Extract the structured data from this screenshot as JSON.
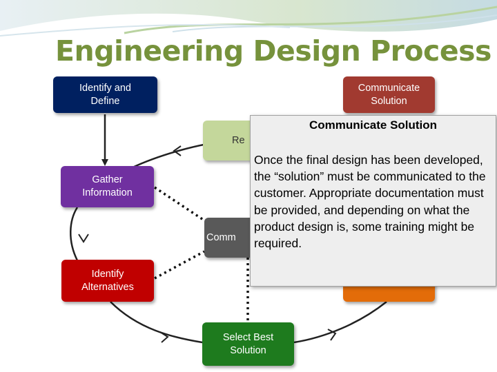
{
  "title": "Engineering Design Process",
  "nodes": {
    "identify_define": "Identify and\nDefine",
    "communicate_solution": "Communicate\nSolution",
    "research_partial": "Re",
    "gather_information": "Gather\nInformation",
    "center_partial": "Comm",
    "identify_alternatives": "Identify\nAlternatives",
    "select_best_solution": "Select Best\nSolution"
  },
  "popup": {
    "title": "Communicate Solution",
    "body": "Once the final design has been developed, the “solution” must be communicated to the customer. Appropriate documentation must be provided, and depending on what the product design is, some training might be required."
  },
  "colors": {
    "title": "#76923c",
    "identify_define": "#002060",
    "communicate_solution": "#a13a30",
    "research": "#c4d79b",
    "gather_information": "#7030a0",
    "center": "#595959",
    "identify_alternatives": "#c00000",
    "orange_box": "#e36c09",
    "select_best_solution": "#1e7b1e"
  }
}
